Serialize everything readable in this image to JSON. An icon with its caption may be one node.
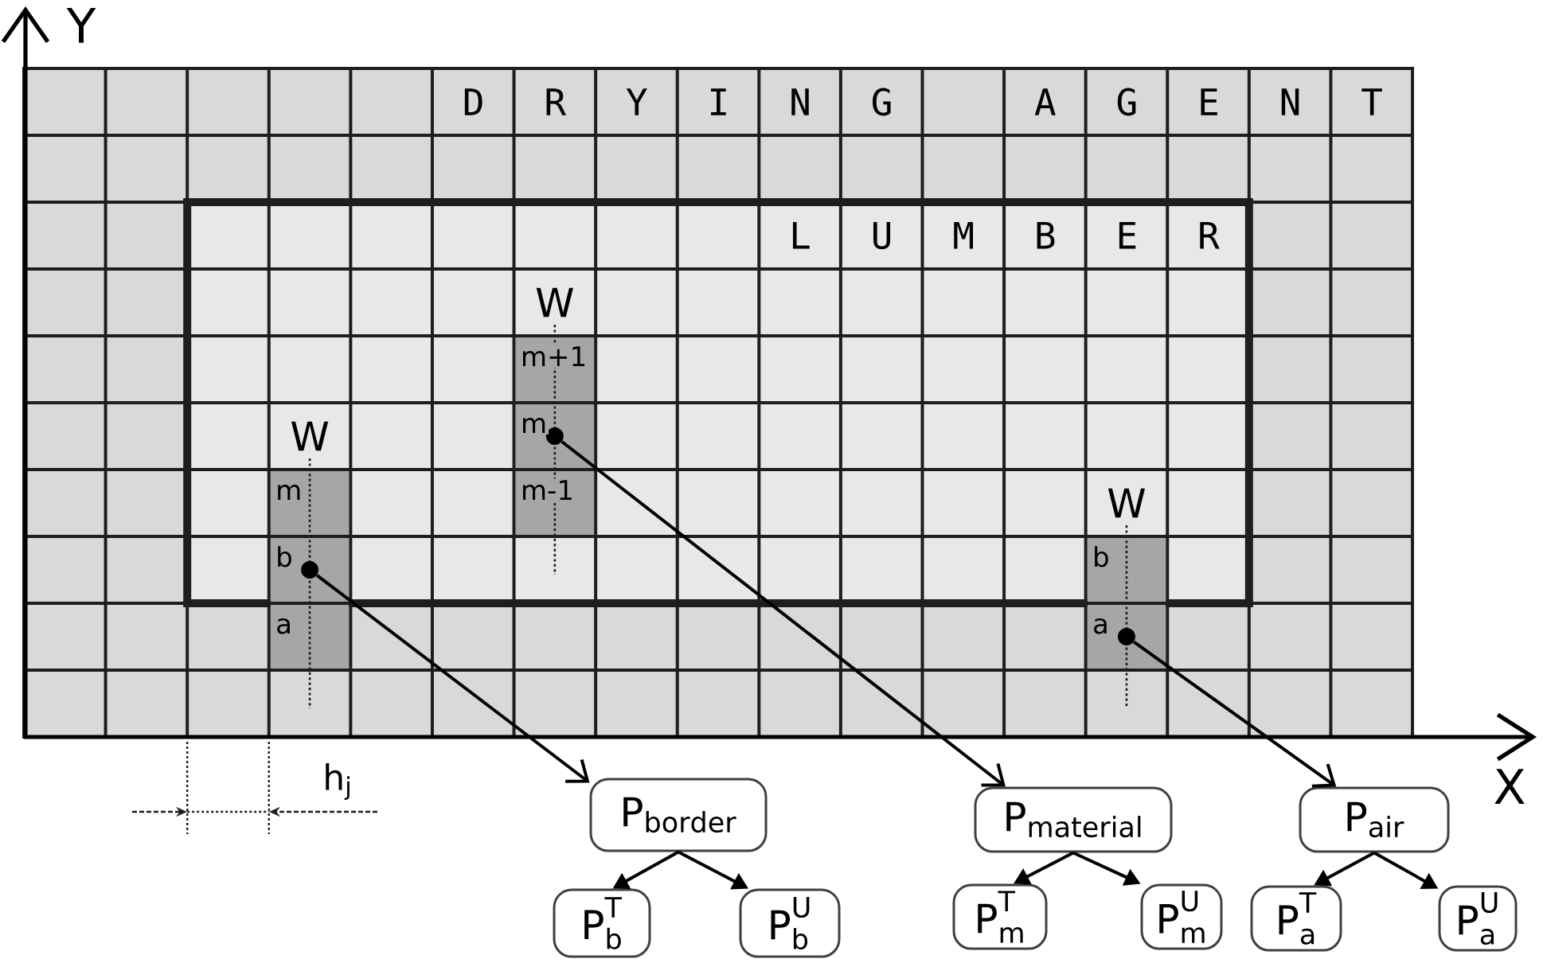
{
  "diagram": {
    "nodes": [
      {
        "text": [
          "D R Y I N G",
          "A G E N T"
        ]
      },
      {
        "text": [
          "L U M B E R"
        ],
        "in": 0
      },
      {
        "text": [],
        "shape": "circle",
        "in": 1
      },
      {
        "text": [],
        "shape": "circle",
        "in": 1
      },
      {
        "text": [],
        "shape": "circle",
        "in": 0
      },
      {
        "text": [
          "P_{border}"
        ]
      },
      {
        "text": [
          "P_{b}^{T}"
        ]
      },
      {
        "text": [
          "P_{b}^{U}"
        ]
      },
      {
        "text": [
          "P_{material}"
        ]
      },
      {
        "text": [
          "P_{m}^{T}"
        ]
      },
      {
        "text": [
          "P_{m}^{U}"
        ]
      },
      {
        "text": [
          "P_{air}"
        ]
      },
      {
        "text": [
          "P_{a}^{T}"
        ]
      },
      {
        "text": [
          "P_{a}^{U}"
        ]
      }
    ],
    "edges": [
      {
        "from": 2,
        "to": 5,
        "arrow": "to"
      },
      {
        "from": 3,
        "to": 8,
        "arrow": "to"
      },
      {
        "from": 4,
        "to": 11,
        "arrow": "to"
      },
      {
        "from": 5,
        "to": 6,
        "arrow": "to"
      },
      {
        "from": 5,
        "to": 7,
        "arrow": "to"
      },
      {
        "from": 8,
        "to": 9,
        "arrow": "to"
      },
      {
        "from": 8,
        "to": 10,
        "arrow": "to"
      },
      {
        "from": 11,
        "to": 12,
        "arrow": "to"
      },
      {
        "from": 11,
        "to": 13,
        "arrow": "to"
      }
    ],
    "labels": [
      "Y",
      "W",
      "m+1",
      "W",
      "m",
      "m",
      "m-1",
      "W",
      "b",
      "b",
      "a",
      "a",
      "h_{j}",
      "X"
    ]
  }
}
